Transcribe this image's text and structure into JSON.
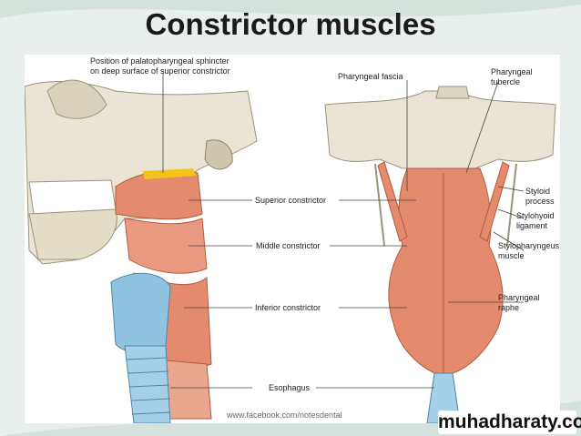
{
  "slide": {
    "title": "Constrictor muscles"
  },
  "labels": {
    "palatopharyngeal_line1": "Position of palatopharyngeal sphincter",
    "palatopharyngeal_line2": "on deep surface of superior constrictor",
    "superior_constrictor": "Superior constrictor",
    "middle_constrictor": "Middle constrictor",
    "inferior_constrictor": "Inferior constrictor",
    "esophagus": "Esophagus",
    "pharyngeal_fascia": "Pharyngeal fascia",
    "pharyngeal_tubercle_line1": "Pharyngeal",
    "pharyngeal_tubercle_line2": "tubercle",
    "styloid_line1": "Styloid",
    "styloid_line2": "process",
    "stylohyoid_line1": "Stylohyoid",
    "stylohyoid_line2": "ligament",
    "stylopharyngeus_line1": "Stylopharyngeus",
    "stylopharyngeus_line2": "muscle",
    "raphe_line1": "Pharyngeal",
    "raphe_line2": "raphe"
  },
  "watermark": "www.facebook.com/notesdental",
  "brand": "muhadharaty.com",
  "colors": {
    "muscle": "#e48a6d",
    "bone": "#e8e2cf",
    "cartilage": "#8fc3e0",
    "accent_yellow": "#f3c21b"
  }
}
